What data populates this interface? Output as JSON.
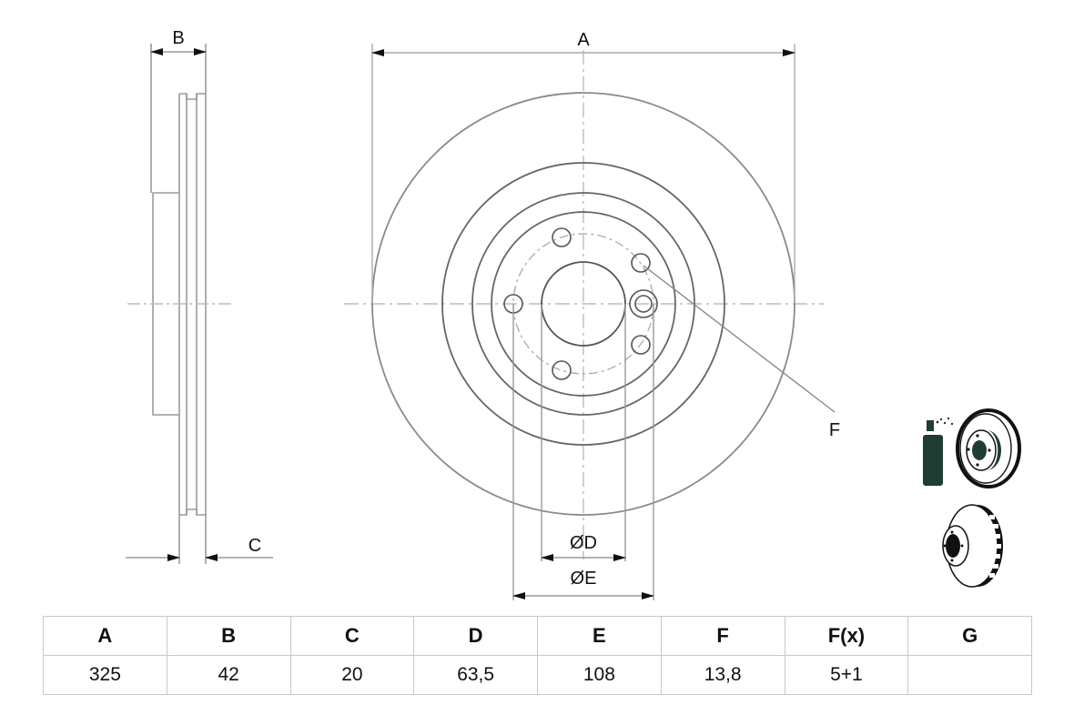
{
  "drawing": {
    "title": "Brake disc technical drawing",
    "side_view_labels": {
      "thickness": "B",
      "min_thickness": "C"
    },
    "front_view_labels": {
      "outer_diameter": "A",
      "center_bore": "ØD",
      "bolt_circle": "ØE",
      "bolt_hole": "F"
    },
    "bolt_hole_count": 5,
    "extra_hole_count": 1
  },
  "icons": {
    "top": "cleaning-spray-disc-icon",
    "bottom": "vented-disc-icon"
  },
  "spec_table": {
    "headers": [
      "A",
      "B",
      "C",
      "D",
      "E",
      "F",
      "F(x)",
      "G"
    ],
    "values": [
      "325",
      "42",
      "20",
      "63,5",
      "108",
      "13,8",
      "5+1",
      ""
    ]
  },
  "colors": {
    "line": "#9a9a9a",
    "dark_line": "#555555",
    "text": "#111111",
    "icon_fill": "#1f3d33"
  }
}
